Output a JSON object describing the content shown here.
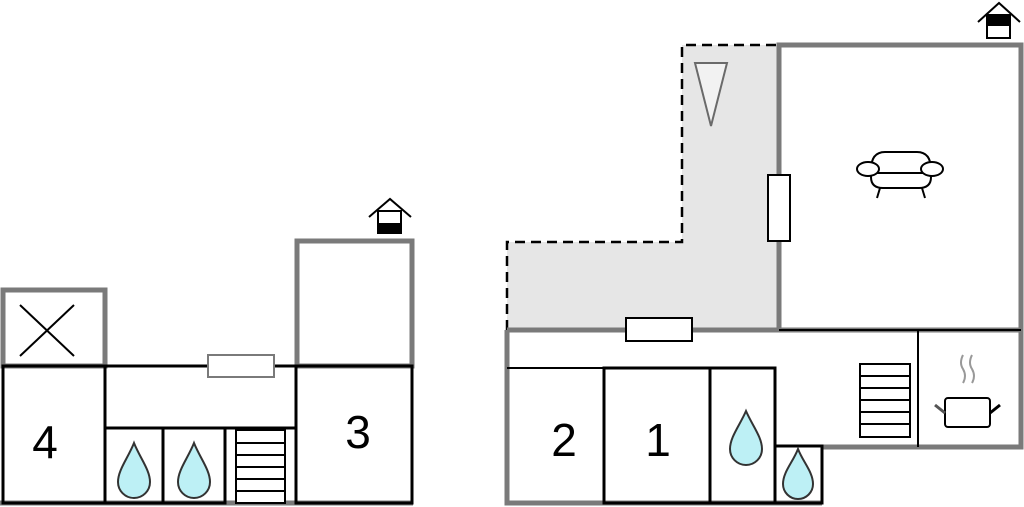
{
  "rooms": {
    "left": [
      {
        "label": "4",
        "type": "bedroom"
      },
      {
        "label": "3",
        "type": "bedroom"
      }
    ],
    "right": [
      {
        "label": "2",
        "type": "bedroom"
      },
      {
        "label": "1",
        "type": "bedroom"
      }
    ]
  },
  "icons": [
    "house-entrance-icon",
    "bed-x-icon",
    "water-drop-icon",
    "stairs-icon",
    "sofa-icon",
    "cooking-pot-icon",
    "terrace-triangle-icon"
  ],
  "colors": {
    "wall": "#7a7a7a",
    "terrace": "#e6e6e6",
    "water": "#bdf0f5"
  }
}
